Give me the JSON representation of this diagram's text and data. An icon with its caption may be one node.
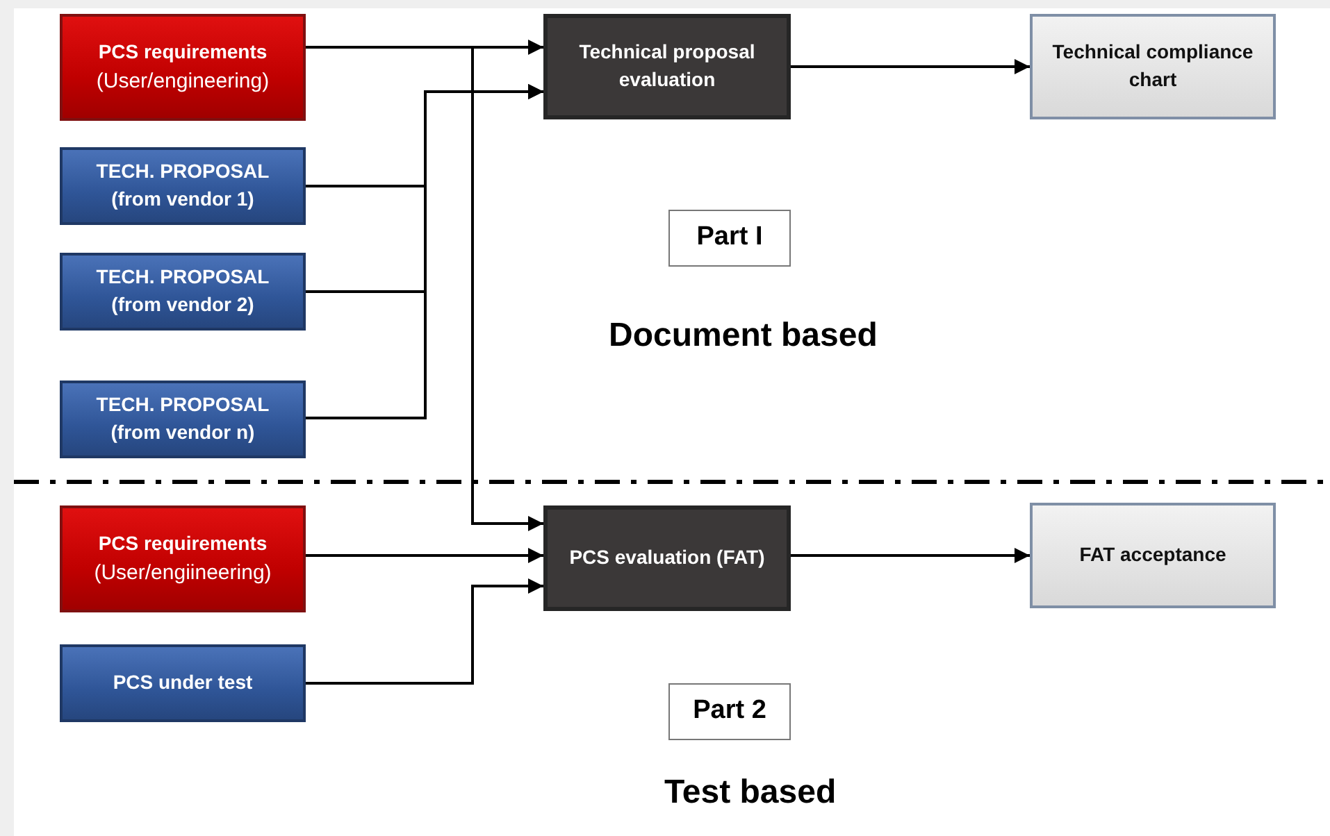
{
  "diagram": {
    "nodes": [
      {
        "text": [
          "PCS requirements",
          "(User/engineering)"
        ]
      },
      {
        "text": [
          "TECH. PROPOSAL (from vendor 1)"
        ]
      },
      {
        "text": [
          "TECH. PROPOSAL (from vendor 2)"
        ]
      },
      {
        "text": [
          "TECH. PROPOSAL (from vendor n)"
        ]
      },
      {
        "text": [
          "Technical proposal evaluation"
        ]
      },
      {
        "text": [
          "Technical compliance chart"
        ]
      },
      {
        "text": [
          "Part I"
        ]
      },
      {
        "text": [
          "PCS requirements",
          "(User/engiineering)"
        ]
      },
      {
        "text": [
          "PCS under test"
        ]
      },
      {
        "text": [
          "PCS evaluation (FAT)"
        ]
      },
      {
        "text": [
          "FAT acceptance"
        ]
      },
      {
        "text": [
          "Part 2"
        ]
      }
    ],
    "edges": [
      {
        "from": 0,
        "to": 4,
        "arrow": "to"
      },
      {
        "from": 1,
        "to": 4,
        "arrow": "to"
      },
      {
        "from": 2,
        "to": 4,
        "arrow": "to"
      },
      {
        "from": 3,
        "to": 4,
        "arrow": "to"
      },
      {
        "from": 4,
        "to": 5,
        "arrow": "to"
      },
      {
        "from": 0,
        "to": 9,
        "arrow": "to"
      },
      {
        "from": 7,
        "to": 9,
        "arrow": "to"
      },
      {
        "from": 8,
        "to": 9,
        "arrow": "to"
      },
      {
        "from": 9,
        "to": 10,
        "arrow": "to"
      }
    ],
    "labels": [
      "Document based",
      "Test based"
    ]
  }
}
